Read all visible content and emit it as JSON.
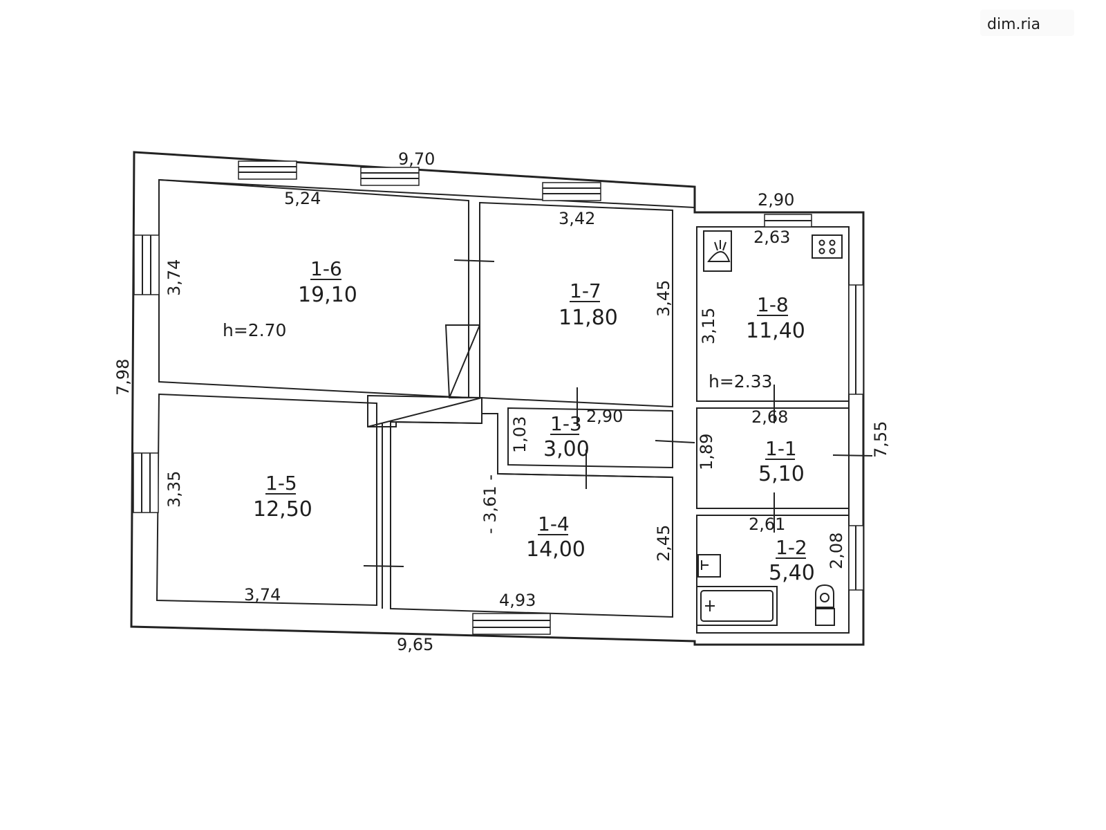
{
  "watermark": "dim.ria",
  "overall_dims": {
    "top": "9,70",
    "bottom": "9,65",
    "left": "7,98",
    "right": "7,55",
    "annex_top": "2,90"
  },
  "rooms": [
    {
      "id": "1-6",
      "area": "19,10",
      "height": "h=2.70",
      "dims": [
        "5,24",
        "3,74"
      ]
    },
    {
      "id": "1-7",
      "area": "11,80",
      "dims": [
        "3,42",
        "3,45"
      ]
    },
    {
      "id": "1-8",
      "area": "11,40",
      "height": "h=2.33",
      "dims": [
        "2,63",
        "3,15",
        "2,68"
      ]
    },
    {
      "id": "1-3",
      "area": "3,00",
      "dims": [
        "2,90",
        "1,03"
      ]
    },
    {
      "id": "1-1",
      "area": "5,10",
      "dims": [
        "1,89"
      ]
    },
    {
      "id": "1-5",
      "area": "12,50",
      "dims": [
        "3,35",
        "3,74"
      ]
    },
    {
      "id": "1-4",
      "area": "14,00",
      "dims": [
        "- 3,61 -",
        "2,45",
        "4,93"
      ]
    },
    {
      "id": "1-2",
      "area": "5,40",
      "dims": [
        "2,61",
        "2,08"
      ]
    }
  ],
  "fixtures": [
    "stove-icon",
    "sink-icon",
    "bathtub-icon",
    "toilet-icon",
    "washbasin-icon"
  ],
  "colors": {
    "line": "#222222",
    "background": "#ffffff"
  }
}
